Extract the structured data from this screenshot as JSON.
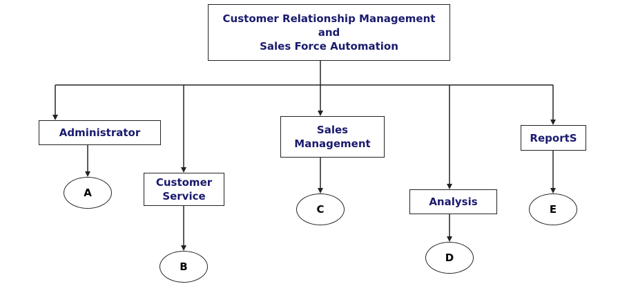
{
  "diagram": {
    "root": {
      "line1": "Customer Relationship Management",
      "line2": "and",
      "line3": "Sales Force Automation"
    },
    "nodes": {
      "administrator": "Administrator",
      "customer_service_1": "Customer",
      "customer_service_2": "Service",
      "sales_management_1": "Sales",
      "sales_management_2": "Management",
      "analysis": "Analysis",
      "reports": "ReportS"
    },
    "ellipses": {
      "a": "A",
      "b": "B",
      "c": "C",
      "d": "D",
      "e": "E"
    },
    "colors": {
      "box_text": "#1a1a6e",
      "lines": "#222222"
    }
  }
}
